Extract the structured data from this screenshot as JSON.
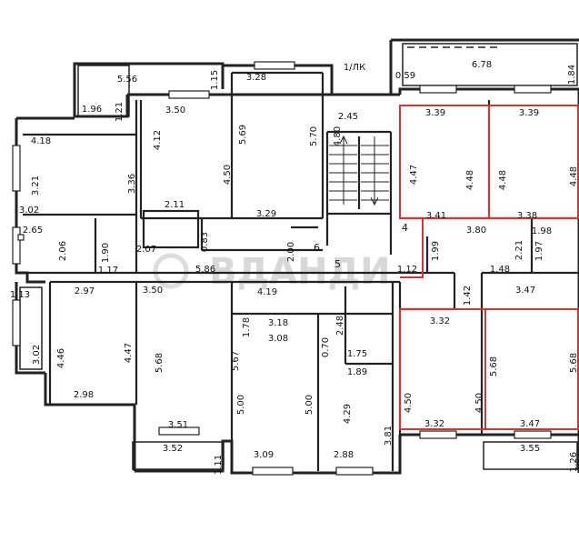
{
  "plan": {
    "section_label": "1/ЛК",
    "highlight_color": "#c83a3a",
    "wall_color": "#222222",
    "watermark_text": "ВДАНДИ",
    "labels": {
      "corridor_6": "6",
      "corridor_5": "5",
      "corridor_4": "4"
    },
    "dimensions": [
      "5.56",
      "1.15",
      "3.28",
      "1/ЛК",
      "6.78",
      "1.84",
      "0.59",
      "1.96",
      "1.21",
      "3.50",
      "4.80",
      "2.45",
      "3.39",
      "3.39",
      "4.18",
      "4.12",
      "5.69",
      "5.70",
      "3.21",
      "3.36",
      "4.50",
      "4.47",
      "4.48",
      "4.48",
      "4.48",
      "3.02",
      "2.11",
      "3.29",
      "3.41",
      "3.80",
      "3.38",
      "1.98",
      "2.65",
      "2.06",
      "1.90",
      "2.07",
      "0.83",
      "2.00",
      "1.99",
      "2.21",
      "1.97",
      "1.17",
      "5.86",
      "1.12",
      "1.48",
      "1.13",
      "2.97",
      "3.50",
      "4.19",
      "1.42",
      "3.47",
      "1.78",
      "2.48",
      "3.32",
      "3.18",
      "3.08",
      "0.70",
      "3.02",
      "4.46",
      "4.47",
      "5.68",
      "5.67",
      "1.75",
      "1.89",
      "5.68",
      "5.68",
      "5.00",
      "5.00",
      "4.29",
      "4.50",
      "4.50",
      "2.98",
      "3.81",
      "3.51",
      "3.32",
      "3.47",
      "3.52",
      "3.09",
      "2.88",
      "3.55",
      "1.11",
      "1.26"
    ]
  }
}
